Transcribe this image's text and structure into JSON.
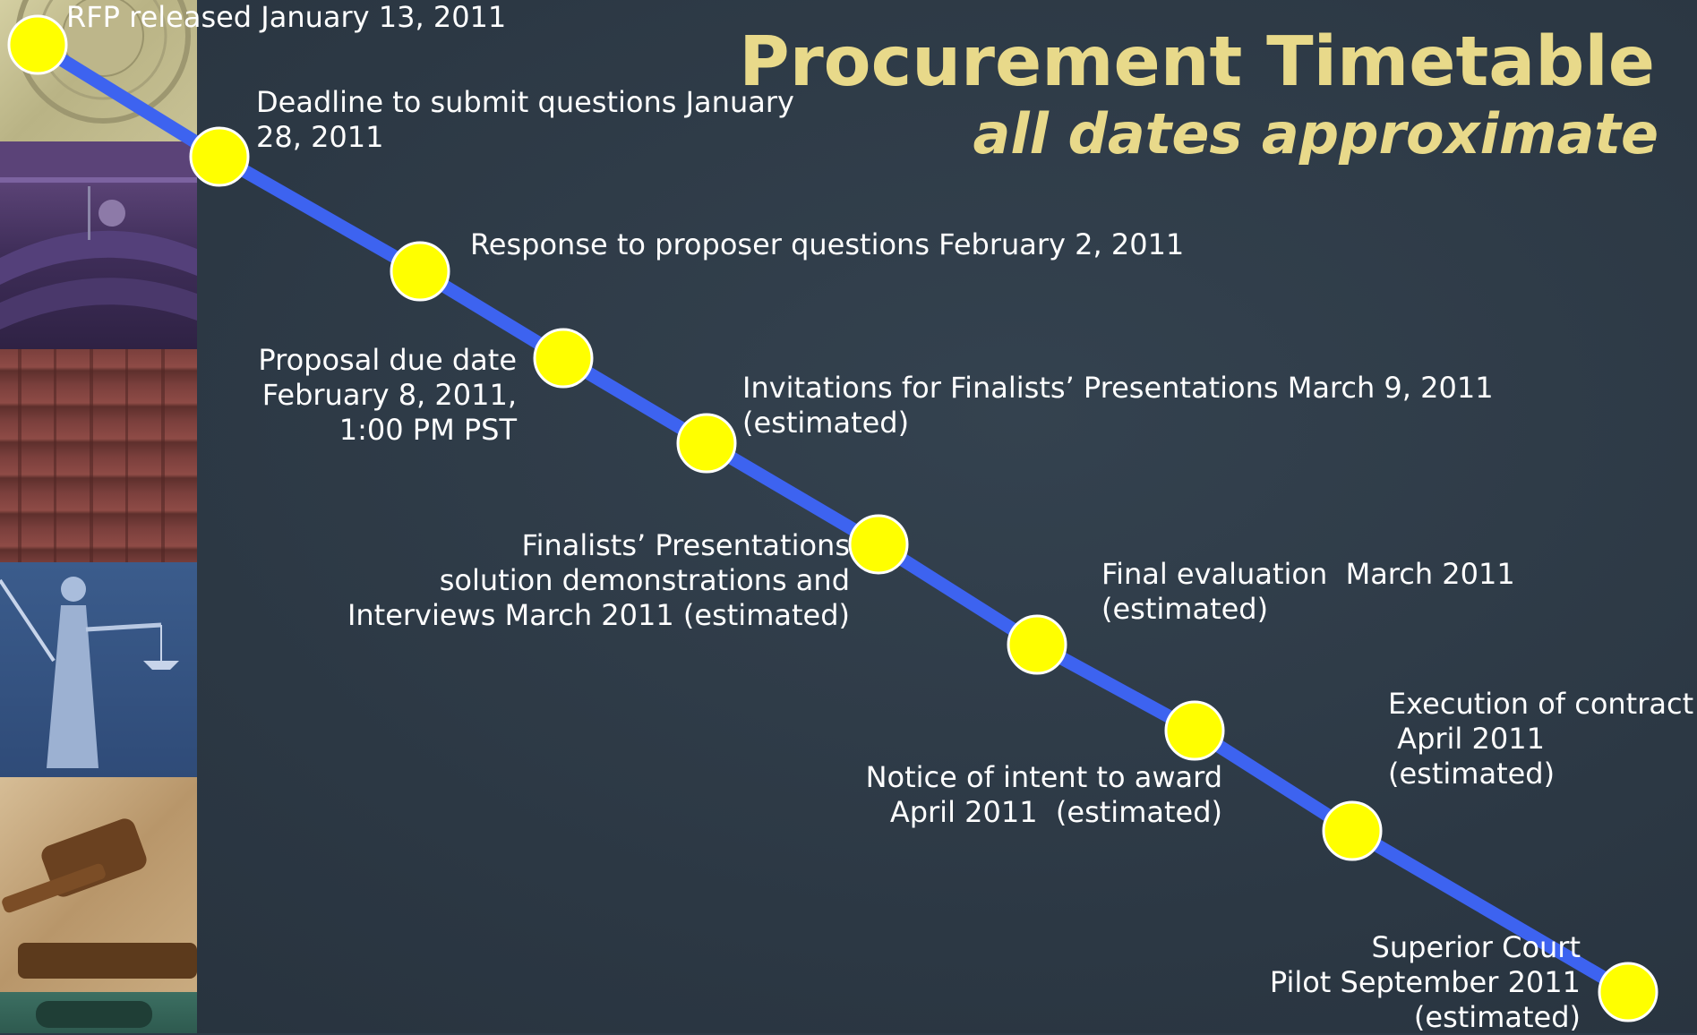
{
  "slide": {
    "title": "Procurement Timetable",
    "subtitle": "all dates approximate"
  },
  "timeline": {
    "line_color": "#3d63f0",
    "dot_color": "#ffff00",
    "dot_border": "#ffffff",
    "title_color": "#e8d98a",
    "events": [
      {
        "label": "RFP released January 13, 2011"
      },
      {
        "label": "Deadline to submit questions January\n28, 2011"
      },
      {
        "label": "Response to proposer questions February 2, 2011"
      },
      {
        "label": "Proposal due date\nFebruary 8, 2011,\n1:00 PM PST"
      },
      {
        "label": "Invitations for Finalists’ Presentations March 9, 2011\n(estimated)"
      },
      {
        "label": "Finalists’ Presentations\nsolution demonstrations and\nInterviews March 2011 (estimated)"
      },
      {
        "label": "Final evaluation  March 2011\n(estimated)"
      },
      {
        "label": "Notice of intent to award\nApril 2011  (estimated)"
      },
      {
        "label": "Execution of contract\n April 2011\n(estimated)"
      },
      {
        "label": "Superior Court\nPilot September 2011\n(estimated)"
      }
    ]
  },
  "side_images": [
    {
      "icon": "court-seal-image"
    },
    {
      "icon": "courtroom-image"
    },
    {
      "icon": "law-library-image"
    },
    {
      "icon": "lady-justice-image"
    },
    {
      "icon": "gavel-image"
    },
    {
      "icon": "handshake-image"
    }
  ]
}
